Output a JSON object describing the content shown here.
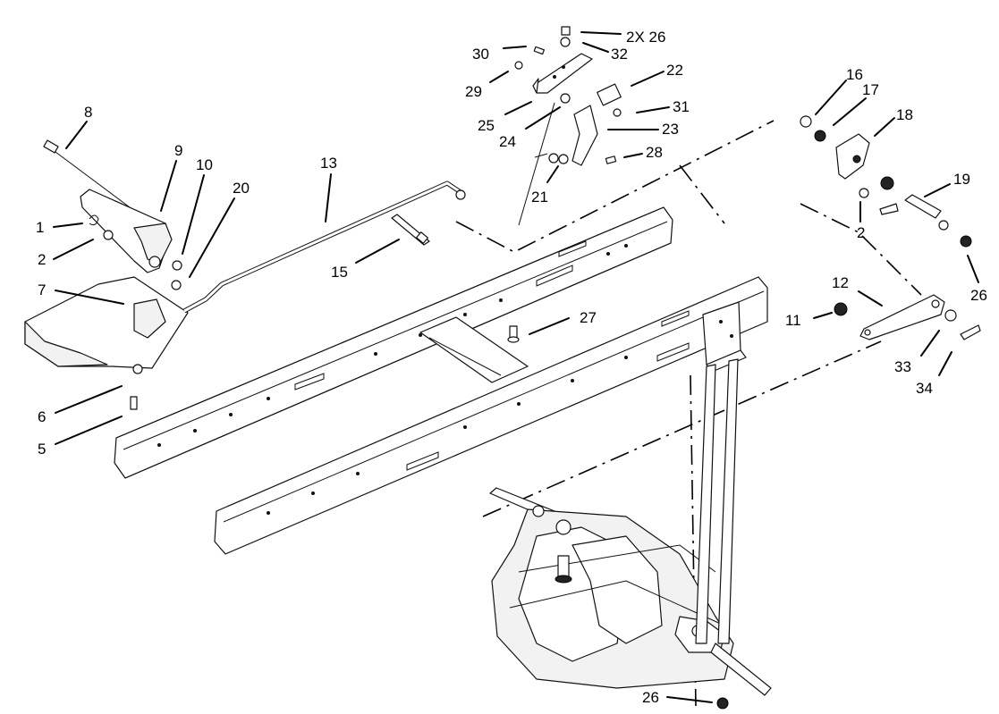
{
  "callouts": [
    {
      "id": "c8",
      "text": "8"
    },
    {
      "id": "c9",
      "text": "9"
    },
    {
      "id": "c10",
      "text": "10"
    },
    {
      "id": "c20",
      "text": "20"
    },
    {
      "id": "c13",
      "text": "13"
    },
    {
      "id": "c1",
      "text": "1"
    },
    {
      "id": "c2a",
      "text": "2"
    },
    {
      "id": "c7",
      "text": "7"
    },
    {
      "id": "c6",
      "text": "6"
    },
    {
      "id": "c5",
      "text": "5"
    },
    {
      "id": "c15",
      "text": "15"
    },
    {
      "id": "c30",
      "text": "30"
    },
    {
      "id": "c2x26",
      "text": "2X 26"
    },
    {
      "id": "c32",
      "text": "32"
    },
    {
      "id": "c29",
      "text": "29"
    },
    {
      "id": "c22",
      "text": "22"
    },
    {
      "id": "c25",
      "text": "25"
    },
    {
      "id": "c31",
      "text": "31"
    },
    {
      "id": "c24",
      "text": "24"
    },
    {
      "id": "c23",
      "text": "23"
    },
    {
      "id": "c28",
      "text": "28"
    },
    {
      "id": "c21",
      "text": "21"
    },
    {
      "id": "c27",
      "text": "27"
    },
    {
      "id": "c16",
      "text": "16"
    },
    {
      "id": "c17",
      "text": "17"
    },
    {
      "id": "c18",
      "text": "18"
    },
    {
      "id": "c19",
      "text": "19"
    },
    {
      "id": "c2b",
      "text": "2"
    },
    {
      "id": "c26a",
      "text": "26"
    },
    {
      "id": "c12",
      "text": "12"
    },
    {
      "id": "c11",
      "text": "11"
    },
    {
      "id": "c33",
      "text": "33"
    },
    {
      "id": "c34",
      "text": "34"
    },
    {
      "id": "c26b",
      "text": "26"
    }
  ]
}
